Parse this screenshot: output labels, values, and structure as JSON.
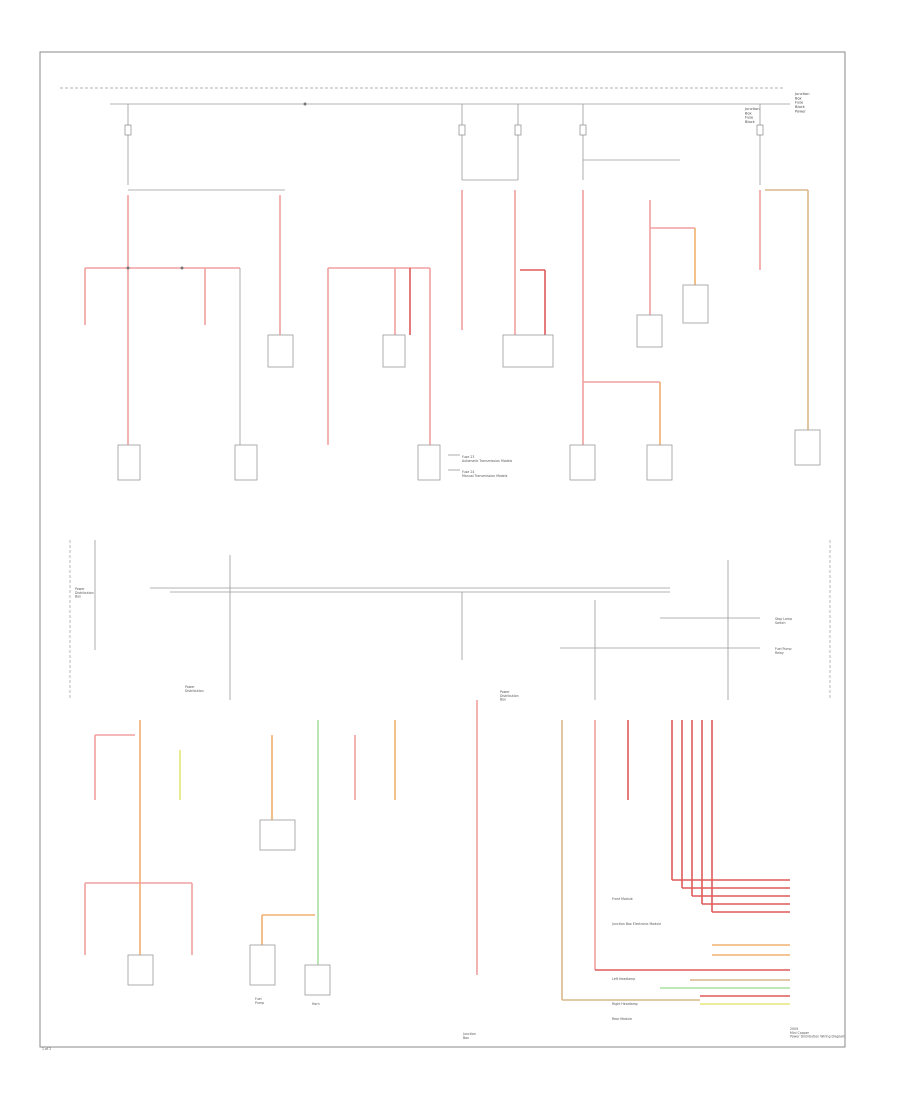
{
  "page": {
    "page_number": "1 of 2",
    "corner_note": "2009\nMini Cooper\nPower Distribution Wiring Diagram"
  },
  "labels": {
    "top_right_block": "Junction\nBox\nFuse\nBlock",
    "top_right_side": "Junction\nBox\nFuse\nBlock\nPower",
    "left_mid": "Power\nDistribution\nBox",
    "legend_1": "Fuse 23\nAutomatic Transmission Models",
    "legend_2": "Fuse 24\nManual Transmission Models",
    "mid_left_component": "Power\nDistribution",
    "mid_right_component": "Power\nDistribution\nBox",
    "bottom_center": "Junction\nBox",
    "bottom_left_1": "Fuel\nPump",
    "bottom_left_2": "Horn",
    "right_conn_1": "Stop Lamp\nSwitch",
    "right_conn_2": "Fuel Pump\nRelay",
    "right_bottom_a": "Front Module",
    "right_bottom_b": "Junction Box Electronic Module",
    "right_bottom_c": "Left Headlamp",
    "right_bottom_d": "Right Headlamp",
    "right_bottom_e": "Rear Module"
  }
}
